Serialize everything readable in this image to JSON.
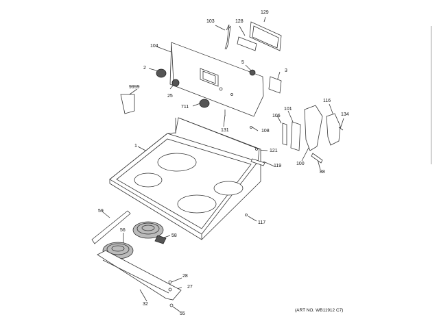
{
  "diagram": {
    "callouts": {
      "c1": "1",
      "c2": "2",
      "c3": "3",
      "c5": "5",
      "c25": "25",
      "c27": "27",
      "c28": "28",
      "c32": "32",
      "c55": "55",
      "c56": "56",
      "c58": "58",
      "c59": "59",
      "c88": "88",
      "c100": "100",
      "c101": "101",
      "c103": "103",
      "c104": "104",
      "c106": "106",
      "c108": "108",
      "c116": "116",
      "c117": "117",
      "c119": "119",
      "c121": "121",
      "c128": "128",
      "c129": "129",
      "c131": "131",
      "c134": "134",
      "c711": "711",
      "c9999": "9999"
    },
    "art_number": "(ART NO. WB11912 C7)"
  }
}
